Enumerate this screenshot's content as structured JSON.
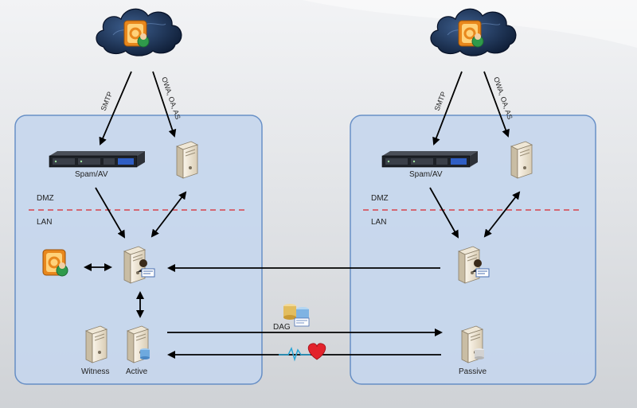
{
  "left_site": {
    "protocol_smtp": "SMTP",
    "protocol_owa": "OWA, OA, AS",
    "spam_label": "Spam/AV",
    "dmz_label": "DMZ",
    "lan_label": "LAN",
    "witness_label": "Witness",
    "active_label": "Active"
  },
  "right_site": {
    "protocol_smtp": "SMTP",
    "protocol_owa": "OWA, OA, AS",
    "spam_label": "Spam/AV",
    "dmz_label": "DMZ",
    "lan_label": "LAN",
    "passive_label": "Passive"
  },
  "center": {
    "dag_label": "DAG"
  },
  "icons": {
    "cloud": "cloud-icon",
    "outlook": "outlook-icon",
    "server": "server-icon",
    "heartbeat": "heartbeat-icon",
    "database": "database-icon"
  },
  "colors": {
    "site_fill": "#c6d7ee",
    "site_stroke": "#5b87c3",
    "dmz_line": "#d9262c",
    "heart": "#e3232c",
    "pulse": "#2aa6d6"
  }
}
